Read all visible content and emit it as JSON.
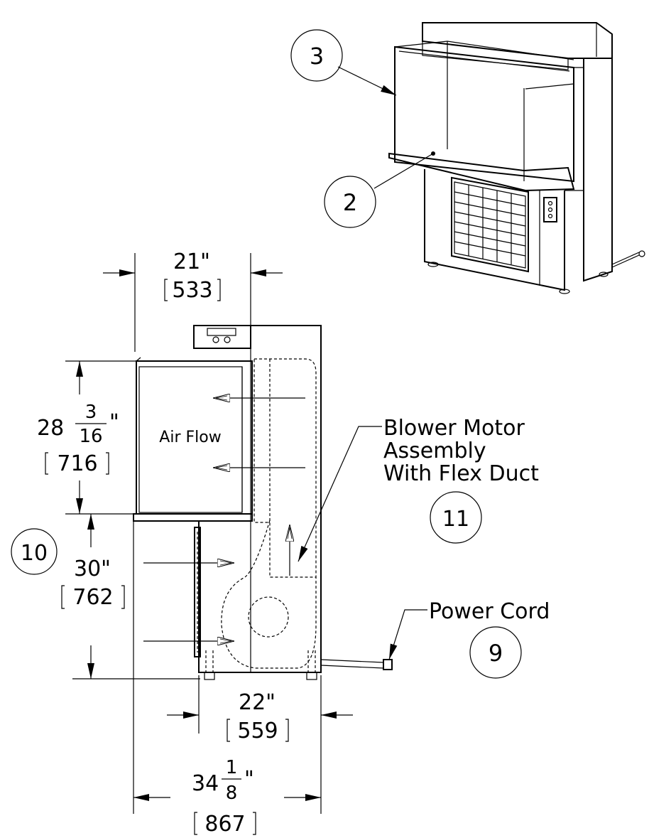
{
  "callouts": {
    "c3": "3",
    "c2": "2",
    "c10": "10",
    "c11": "11",
    "c9": "9"
  },
  "labels": {
    "air_flow": "Air Flow",
    "blower_line1": "Blower Motor",
    "blower_line2": "Assembly",
    "blower_line3": "With Flex Duct",
    "power_cord": "Power Cord"
  },
  "dimensions": {
    "top_width_in": "21\"",
    "top_width_mm": "533",
    "height_upper_whole": "28",
    "height_upper_num": "3",
    "height_upper_den": "16",
    "height_upper_inch": "\"",
    "height_upper_mm": "716",
    "height_lower_in": "30\"",
    "height_lower_mm": "762",
    "base_width_in": "22\"",
    "base_width_mm": "559",
    "total_depth_whole": "34",
    "total_depth_num": "1",
    "total_depth_den": "8",
    "total_depth_inch": "\"",
    "total_depth_mm": "867"
  }
}
